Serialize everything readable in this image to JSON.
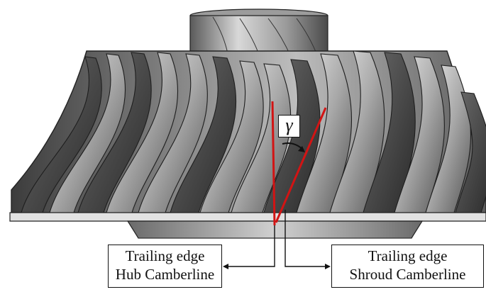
{
  "angle_symbol": "γ",
  "hub_callout": {
    "line1": "Trailing edge",
    "line2": "Hub Camberline"
  },
  "shroud_callout": {
    "line1": "Trailing edge",
    "line2": "Shroud Camberline"
  },
  "colors": {
    "camberline": "#d21414",
    "leader": "#111111",
    "metal_dark": "#2e2e2e",
    "metal_light": "#c9c9c9"
  }
}
